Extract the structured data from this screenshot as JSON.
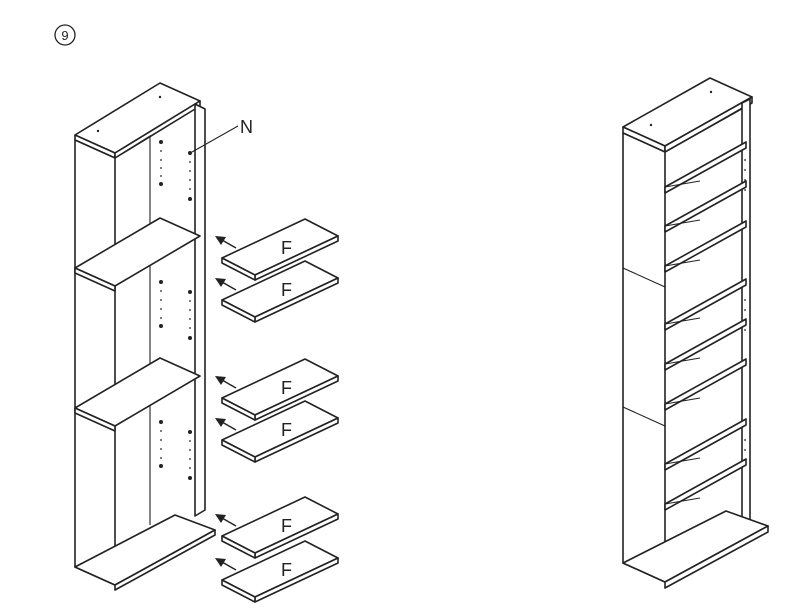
{
  "step": {
    "number": "9"
  },
  "labels": {
    "pin_part": "N",
    "shelf_part": "F"
  },
  "colors": {
    "line": "#222222",
    "background": "#ffffff"
  },
  "icons": {
    "step_badge": "circled-number",
    "insert_direction": "arrow-up-left-icon"
  }
}
